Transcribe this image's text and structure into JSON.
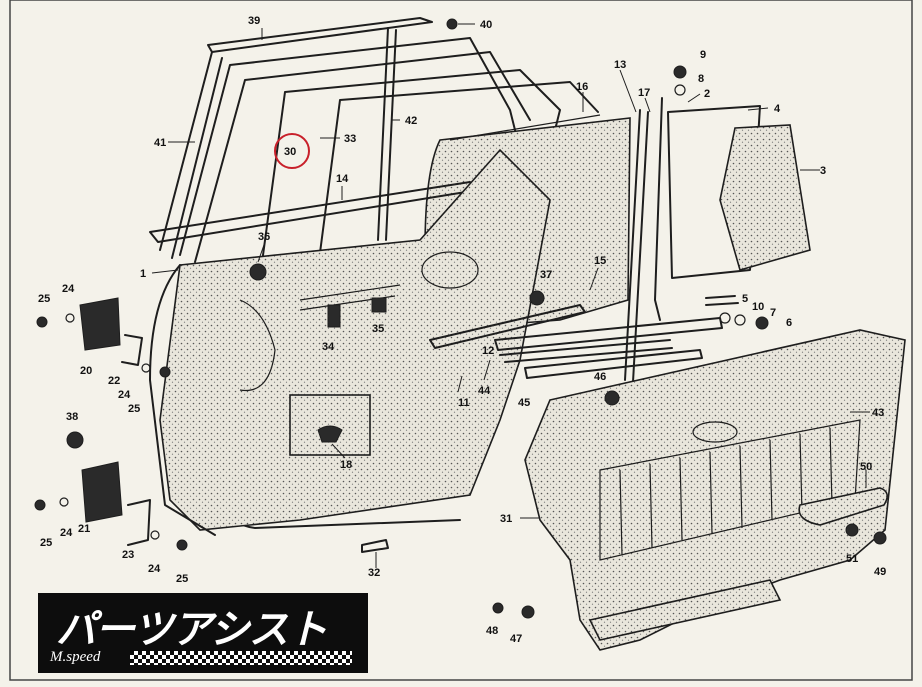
{
  "diagram": {
    "callouts": [
      "1",
      "2",
      "3",
      "4",
      "5",
      "6",
      "7",
      "8",
      "9",
      "10",
      "11",
      "12",
      "13",
      "14",
      "15",
      "16",
      "17",
      "18",
      "20",
      "21",
      "22",
      "23",
      "24",
      "24",
      "24",
      "24",
      "25",
      "25",
      "25",
      "25",
      "30",
      "31",
      "32",
      "33",
      "34",
      "35",
      "36",
      "37",
      "38",
      "39",
      "40",
      "41",
      "42",
      "43",
      "44",
      "45",
      "46",
      "47",
      "48",
      "49",
      "50",
      "51"
    ],
    "highlighted_callout": "30",
    "highlight_color": "#c8202a"
  },
  "logo": {
    "brand_text": "パーツアシスト",
    "sub_text": "M.speed"
  }
}
